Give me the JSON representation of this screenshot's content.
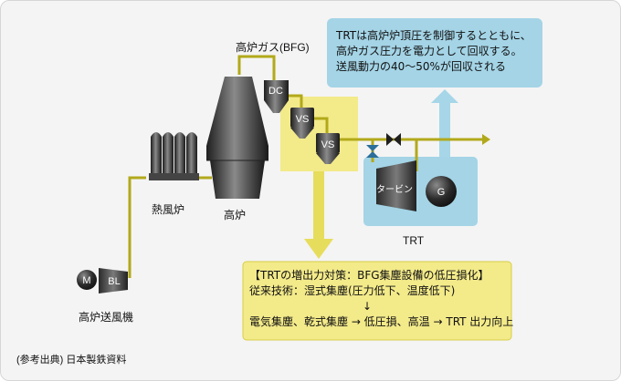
{
  "labels": {
    "bfg": "高炉ガス(BFG)",
    "dc": "DC",
    "vs1": "VS",
    "vs2": "VS",
    "hot_stove": "熱風炉",
    "blast_furnace": "高炉",
    "motor": "M",
    "blower": "BL",
    "blower_caption": "高炉送風機",
    "turbine": "タービン",
    "generator": "G",
    "trt": "TRT"
  },
  "info_box": {
    "line1": "TRTは高炉炉頂圧を制御するとともに、",
    "line2": "高炉ガス圧力を電力として回収する。",
    "line3": "送風動力の40～50%が回収される"
  },
  "measure_box": {
    "title": "【TRTの増出力対策：BFG集塵設備の低圧損化】",
    "line1": "従来技術：湿式集塵(圧力低下、温度低下)",
    "arrow": "↓",
    "line2": "電気集塵、乾式集塵 → 低圧損、高温 → TRT 出力向上"
  },
  "source": "(参考出典) 日本製鉄資料",
  "colors": {
    "pipe": "#b2a91a",
    "yellow_box": "#f3ea8a",
    "blue_box": "#a4d4e6",
    "blue_arrow": "#a6d6e8",
    "yellow_arrow": "#e7dd5c",
    "dark": "#3a3a3a"
  }
}
